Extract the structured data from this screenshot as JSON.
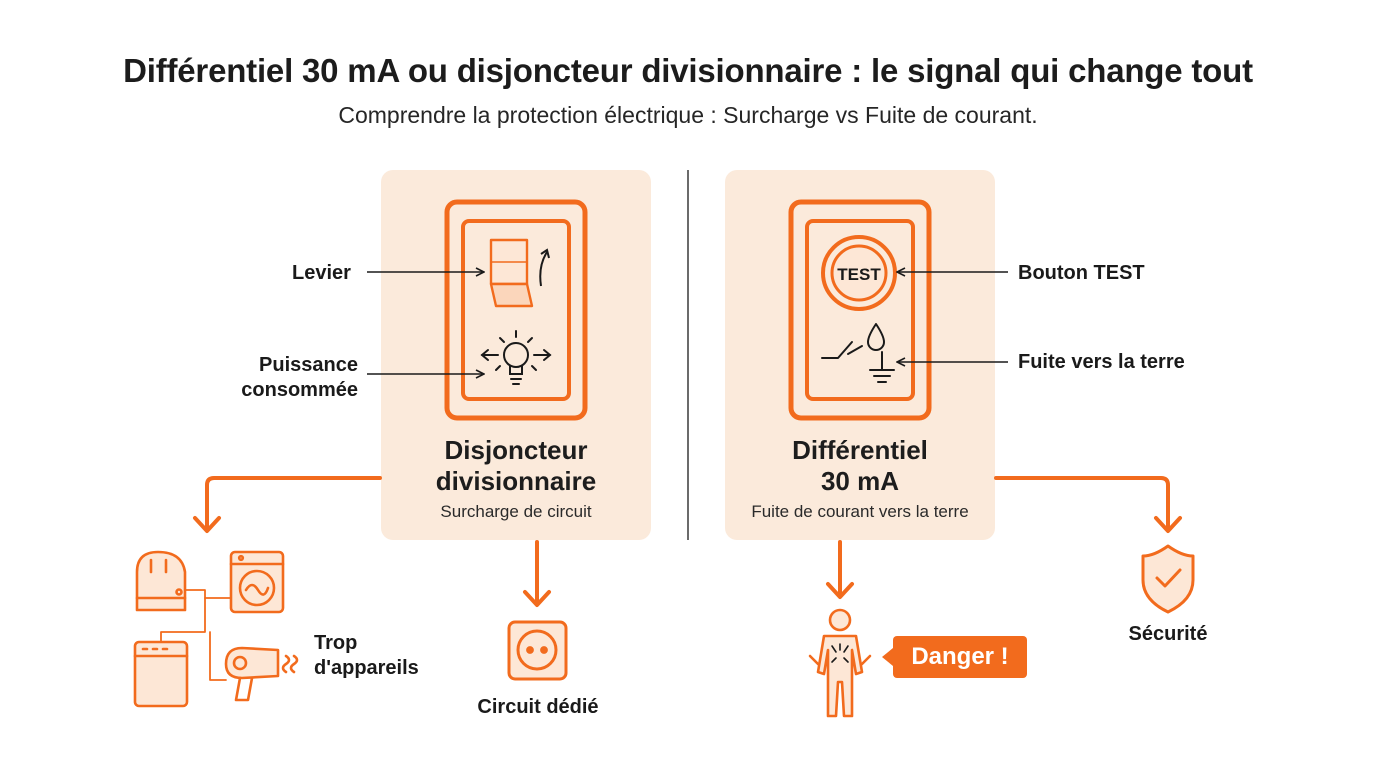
{
  "title": "Différentiel 30 mA ou disjoncteur divisionnaire : le signal qui change tout",
  "subtitle": "Comprendre la protection électrique : Surcharge vs Fuite de courant.",
  "accent_color": "#f26b1d",
  "card_color": "#fbeadb",
  "left_panel": {
    "title_line1": "Disjoncteur",
    "title_line2": "divisionnaire",
    "subtitle": "Surcharge de circuit",
    "callouts": {
      "lever": "Levier",
      "power_line1": "Puissance",
      "power_line2": "consommée"
    },
    "icons": [
      "lever-switch-icon",
      "light-bulb-icon"
    ],
    "outcomes": {
      "overload_line1": "Trop",
      "overload_line2": "d'appareils",
      "overload_icons": [
        "toaster-icon",
        "washing-machine-icon",
        "dishwasher-icon",
        "hair-dryer-icon"
      ],
      "dedicated": "Circuit dédié",
      "dedicated_icon": "power-outlet-icon"
    }
  },
  "right_panel": {
    "title_line1": "Différentiel",
    "title_line2": "30 mA",
    "subtitle": "Fuite de courant vers la terre",
    "test_button_text": "TEST",
    "callouts": {
      "test": "Bouton TEST",
      "leak": "Fuite vers la terre"
    },
    "icons": [
      "test-button-icon",
      "earth-leak-icon"
    ],
    "outcomes": {
      "danger": "Danger !",
      "danger_icon": "person-shock-icon",
      "safety": "Sécurité",
      "safety_icon": "shield-check-icon"
    }
  }
}
